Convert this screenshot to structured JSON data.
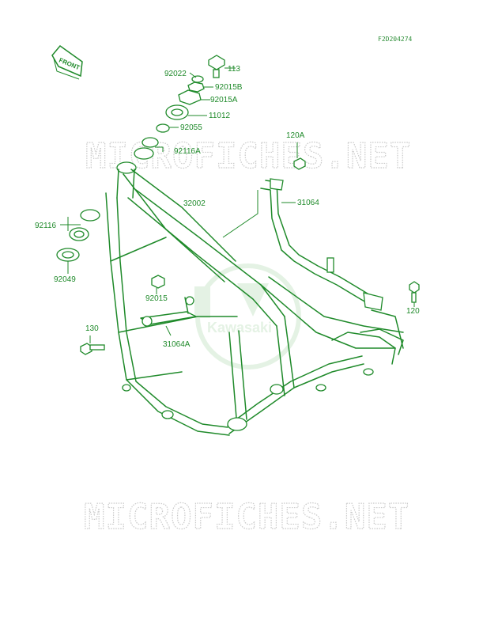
{
  "diagram": {
    "ref_code": "F2D204274",
    "front_label": "FRONT",
    "watermark_text": "MICROFICHES.NET",
    "logo_text": "Kawasaki",
    "color": "#1f8a2a",
    "parts": {
      "p113": "113",
      "p92022": "92022",
      "p92015B": "92015B",
      "p92015A": "92015A",
      "p11012": "11012",
      "p92055": "92055",
      "p92116A": "92116A",
      "p120A": "120A",
      "p32002": "32002",
      "p31064": "31064",
      "p92116": "92116",
      "p92049": "92049",
      "p92015": "92015",
      "p130": "130",
      "p31064A": "31064A",
      "p120": "120"
    }
  }
}
